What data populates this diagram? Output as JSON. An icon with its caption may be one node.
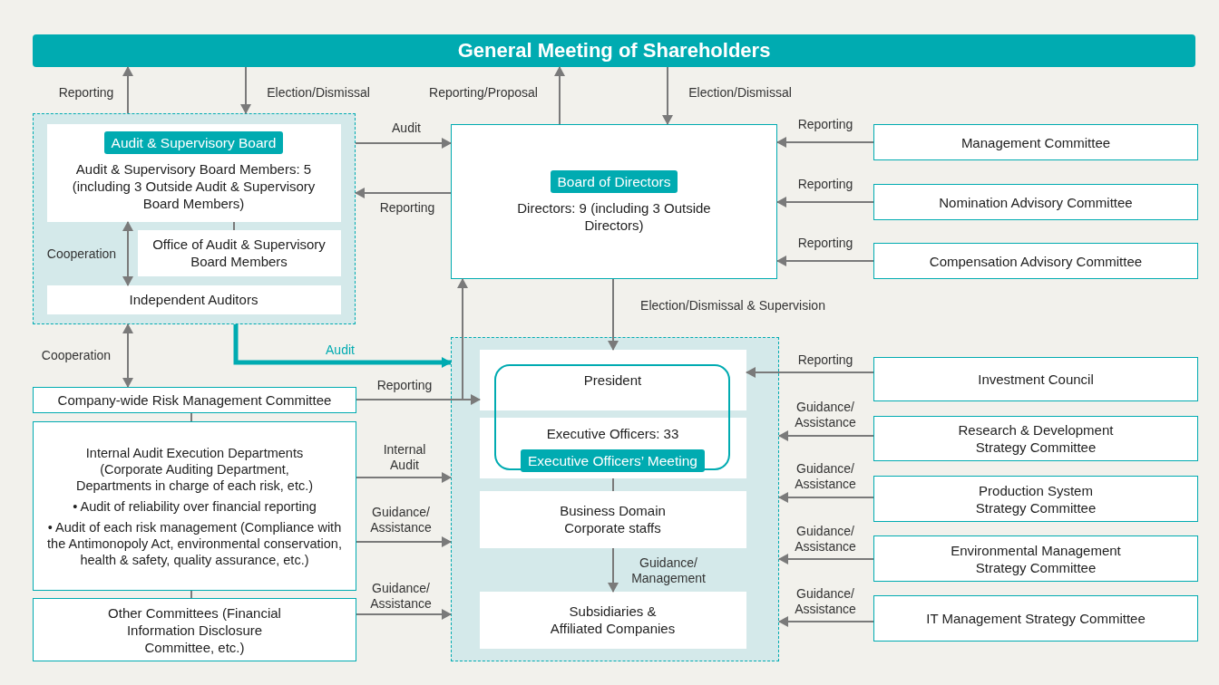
{
  "diagram": {
    "nodes": [
      {
        "text": [
          "General Meeting of Shareholders"
        ]
      },
      {
        "text": [],
        "shape": "box"
      },
      {
        "text": [
          "Audit & Supervisory Board",
          "Audit & Supervisory Board Members: 5 (including 3 Outside Audit & Supervisory Board Members)"
        ],
        "in": 1
      },
      {
        "text": [
          "Office of Audit & Supervisory Board Members"
        ],
        "in": 1
      },
      {
        "text": [
          "Independent Auditors"
        ],
        "in": 1
      },
      {
        "text": [
          "Board of Directors",
          "Directors: 9 (including 3 Outside Directors)"
        ]
      },
      {
        "text": [
          "Management Committee"
        ]
      },
      {
        "text": [
          "Nomination Advisory Committee"
        ]
      },
      {
        "text": [
          "Compensation Advisory Committee"
        ]
      },
      {
        "text": [
          "Company-wide Risk Management Committee"
        ]
      },
      {
        "text": [
          "Internal Audit Execution Departments (Corporate Auditing Department, Departments in charge of each risk, etc.)",
          "• Audit of reliability over financial reporting",
          "• Audit of each risk management (Compliance with the Antimonopoly Act, environmental conservation, health & safety, quality assurance, etc.)"
        ]
      },
      {
        "text": [
          "Other Committees (Financial Information Disclosure Committee, etc.)"
        ]
      },
      {
        "text": [],
        "shape": "box"
      },
      {
        "text": [
          "President"
        ],
        "in": 12
      },
      {
        "text": [
          "Executive Officers: 33",
          "Executive Officers’ Meeting"
        ],
        "in": 12
      },
      {
        "text": [
          "Business Domain Corporate staffs"
        ],
        "in": 12
      },
      {
        "text": [
          "Subsidiaries & Affiliated Companies"
        ],
        "in": 12
      },
      {
        "text": [
          "Investment Council"
        ]
      },
      {
        "text": [
          "Research & Development Strategy Committee"
        ]
      },
      {
        "text": [
          "Production System Strategy Committee"
        ]
      },
      {
        "text": [
          "Environmental Management Strategy Committee"
        ]
      },
      {
        "text": [
          "IT Management Strategy Committee"
        ]
      }
    ],
    "edges": [
      {
        "from": 1,
        "to": 0,
        "arrow": "to",
        "label": "Reporting"
      },
      {
        "from": 0,
        "to": 1,
        "arrow": "to",
        "label": "Election/Dismissal"
      },
      {
        "from": 5,
        "to": 0,
        "arrow": "to",
        "label": "Reporting/Proposal"
      },
      {
        "from": 0,
        "to": 5,
        "arrow": "to",
        "label": "Election/Dismissal"
      },
      {
        "from": 1,
        "to": 5,
        "arrow": "to",
        "label": "Audit"
      },
      {
        "from": 5,
        "to": 1,
        "arrow": "to",
        "label": "Reporting"
      },
      {
        "from": 6,
        "to": 5,
        "arrow": "to",
        "label": "Reporting"
      },
      {
        "from": 7,
        "to": 5,
        "arrow": "to",
        "label": "Reporting"
      },
      {
        "from": 8,
        "to": 5,
        "arrow": "to",
        "label": "Reporting"
      },
      {
        "from": 2,
        "to": 4,
        "arrow": "both",
        "label": "Cooperation"
      },
      {
        "from": 1,
        "to": 9,
        "arrow": "both",
        "label": "Cooperation"
      },
      {
        "from": 2,
        "to": 3,
        "arrow": "none"
      },
      {
        "from": 5,
        "to": 13,
        "arrow": "to",
        "label": "Election/Dismissal & Supervision"
      },
      {
        "from": 1,
        "to": 12,
        "arrow": "to",
        "label": "Audit",
        "style": "thick",
        "color": "#00abb1"
      },
      {
        "from": 9,
        "to": 13,
        "arrow": "to",
        "label": "Reporting"
      },
      {
        "from": 9,
        "to": 5,
        "arrow": "to"
      },
      {
        "from": 9,
        "to": 10,
        "arrow": "none"
      },
      {
        "from": 10,
        "to": 12,
        "arrow": "to",
        "label": "Internal Audit"
      },
      {
        "from": 10,
        "to": 12,
        "arrow": "to",
        "label": "Guidance/ Assistance"
      },
      {
        "from": 10,
        "to": 11,
        "arrow": "none"
      },
      {
        "from": 11,
        "to": 12,
        "arrow": "to",
        "label": "Guidance/ Assistance"
      },
      {
        "from": 14,
        "to": 15,
        "arrow": "none"
      },
      {
        "from": 15,
        "to": 16,
        "arrow": "to",
        "label": "Guidance/ Management"
      },
      {
        "from": 17,
        "to": 13,
        "arrow": "to",
        "label": "Reporting"
      },
      {
        "from": 18,
        "to": 12,
        "arrow": "to",
        "label": "Guidance/ Assistance"
      },
      {
        "from": 19,
        "to": 12,
        "arrow": "to",
        "label": "Guidance/ Assistance"
      },
      {
        "from": 20,
        "to": 12,
        "arrow": "to",
        "label": "Guidance/ Assistance"
      },
      {
        "from": 21,
        "to": 12,
        "arrow": "to",
        "label": "Guidance/ Assistance"
      }
    ]
  }
}
